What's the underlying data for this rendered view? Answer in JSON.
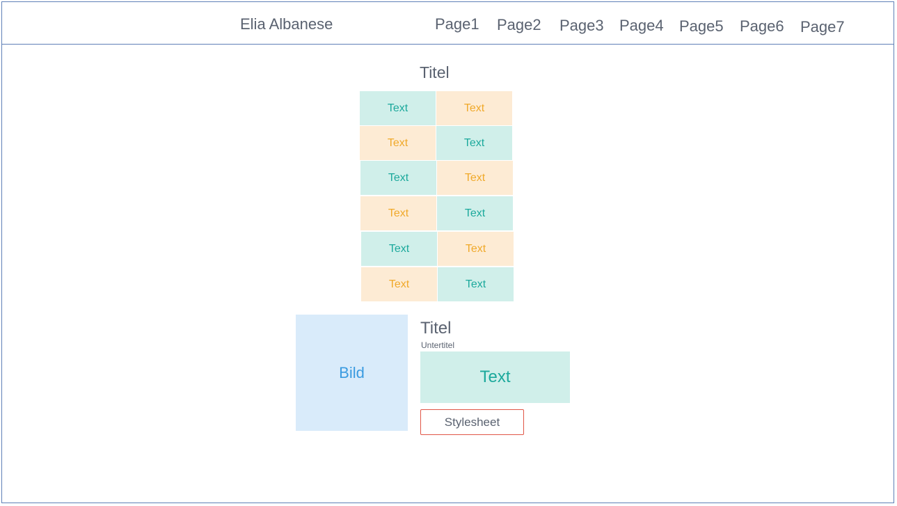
{
  "header": {
    "brand": "Elia Albanese",
    "nav": [
      "Page1",
      "Page2",
      "Page3",
      "Page4",
      "Page5",
      "Page6",
      "Page7"
    ]
  },
  "main": {
    "title": "Titel",
    "grid": [
      [
        "Text",
        "Text"
      ],
      [
        "Text",
        "Text"
      ],
      [
        "Text",
        "Text"
      ],
      [
        "Text",
        "Text"
      ],
      [
        "Text",
        "Text"
      ],
      [
        "Text",
        "Text"
      ]
    ]
  },
  "card": {
    "image_label": "Bild",
    "title": "Titel",
    "subtitle": "Untertitel",
    "text": "Text",
    "button_label": "Stylesheet"
  },
  "colors": {
    "border": "#5e7fb6",
    "teal_bg": "#d0efea",
    "teal_text": "#1ca99c",
    "orange_bg": "#fdebd4",
    "orange_text": "#f0a92a",
    "image_bg": "#d9ebfa",
    "image_text": "#3a9be0",
    "button_border": "#e05546"
  }
}
